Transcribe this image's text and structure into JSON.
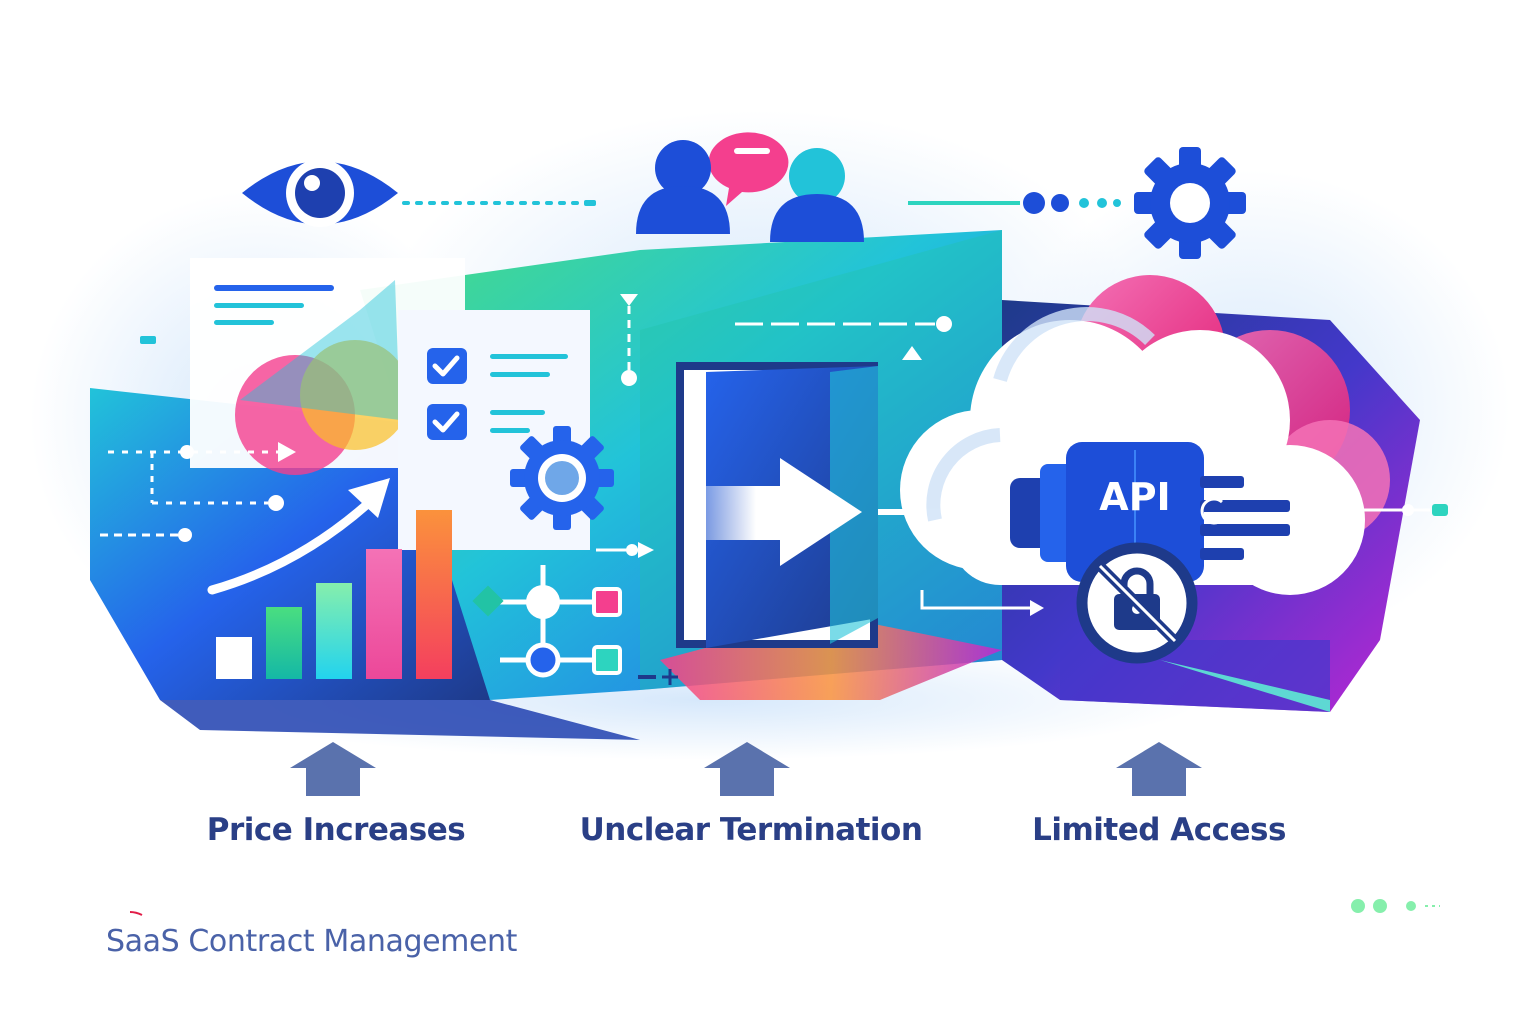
{
  "labels": {
    "price_increases": "Price Increases",
    "unclear_termination": "Unclear Termination",
    "limited_access": "Limited Access"
  },
  "api_badge": "API",
  "footer": {
    "title": "SaaS Contract Management"
  },
  "colors": {
    "navy": "#1e3a8a",
    "blue": "#1d4ed8",
    "royal": "#2563eb",
    "cyan": "#22c3d9",
    "green": "#4ade80",
    "pink": "#f43f8e",
    "magenta": "#c026d3",
    "orange": "#fb923c",
    "label_text": "#2a3f86",
    "footer_text": "#4a62a8",
    "arrow": "#5a72ad"
  },
  "icons": [
    "eye-icon",
    "people-chat-icon",
    "gear-icon",
    "checklist-icon",
    "bar-chart-icon",
    "door-exit-icon",
    "cloud-api-icon",
    "lock-blocked-icon",
    "network-icon"
  ]
}
